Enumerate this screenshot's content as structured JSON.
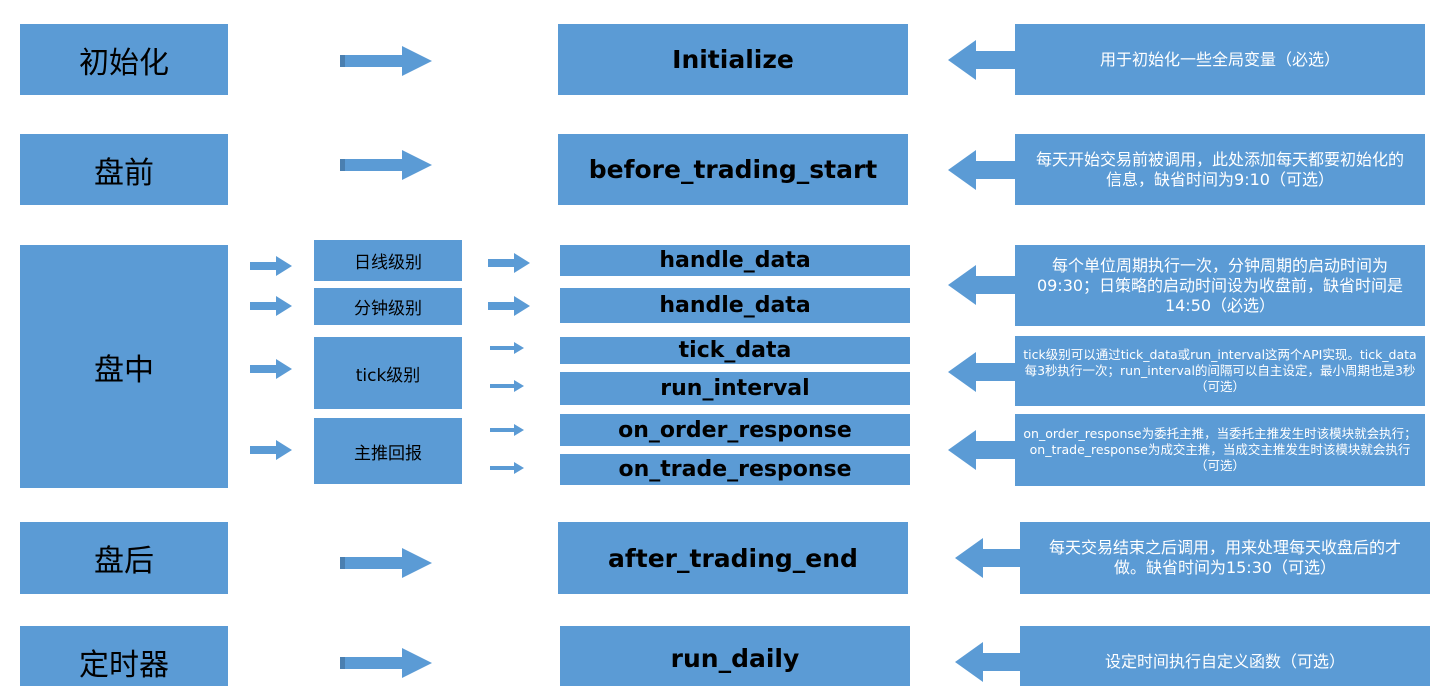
{
  "phases": {
    "init": "初始化",
    "pre": "盘前",
    "intraday": "盘中",
    "post": "盘后",
    "timer": "定时器"
  },
  "levels": {
    "daily": "日线级别",
    "minute": "分钟级别",
    "tick": "tick级别",
    "push": "主推回报"
  },
  "functions": {
    "initialize": "Initialize",
    "before_trading_start": "before_trading_start",
    "handle_data_daily": "handle_data",
    "handle_data_minute": "handle_data",
    "tick_data": "tick_data",
    "run_interval": "run_interval",
    "on_order_response": "on_order_response",
    "on_trade_response": "on_trade_response",
    "after_trading_end": "after_trading_end",
    "run_daily": "run_daily"
  },
  "descriptions": {
    "init": "用于初始化一些全局变量（必选）",
    "pre": "每天开始交易前被调用，此处添加每天都要初始化的信息，缺省时间为9:10（可选）",
    "handle": "每个单位周期执行一次，分钟周期的启动时间为09:30；日策略的启动时间设为收盘前，缺省时间是14:50（必选）",
    "tick": "tick级别可以通过tick_data或run_interval这两个API实现。tick_data每3秒执行一次；run_interval的间隔可以自主设定，最小周期也是3秒（可选）",
    "push": "on_order_response为委托主推，当委托主推发生时该模块就会执行；on_trade_response为成交主推，当成交主推发生时该模块就会执行（可选）",
    "post": "每天交易结束之后调用，用来处理每天收盘后的才做。缺省时间为15:30（可选）",
    "timer": "设定时间执行自定义函数（可选）"
  },
  "colors": {
    "box_fill": "#5b9bd5",
    "arrow_fill": "#5b9bd5",
    "arrow_shade": "#4a7fb0"
  }
}
